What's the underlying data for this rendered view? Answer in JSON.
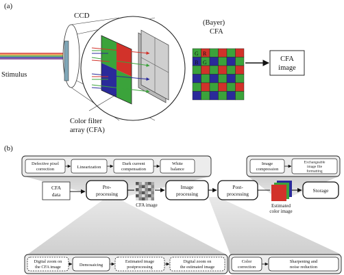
{
  "panel_a": {
    "label": "(a)",
    "ccd_label": "CCD",
    "stimulus_label": "Stimulus",
    "cfa_caption_line1": "Color filter",
    "cfa_caption_line2": "array (CFA)",
    "bayer_line1": "(Bayer)",
    "bayer_line2": "CFA",
    "bayer_cell_letters": [
      "G",
      "R",
      "B",
      "G"
    ],
    "cfa_box_line1": "CFA",
    "cfa_box_line2": "image",
    "colors": {
      "red": "#d2322a",
      "green": "#3ba33b",
      "blue": "#2a2a9a",
      "gray": "#b8b8b8"
    }
  },
  "panel_b": {
    "label": "(b)",
    "top_left_group": {
      "items": [
        {
          "line1": "Defective pixel",
          "line2": "correction"
        },
        {
          "line1": "Linearization",
          "line2": ""
        },
        {
          "line1": "Dark current",
          "line2": "compensation"
        },
        {
          "line1": "White",
          "line2": "balance"
        }
      ]
    },
    "top_right_group": {
      "items": [
        {
          "line1": "Image",
          "line2": "compression"
        },
        {
          "line1": "Exchangeable",
          "line2": "image file",
          "line3": "formatting"
        }
      ]
    },
    "main": {
      "cfa_data": {
        "line1": "CFA",
        "line2": "data"
      },
      "pre": {
        "line1": "Pre-",
        "line2": "processing"
      },
      "cfa_image_caption": "CFA image",
      "image_processing": {
        "line1": "Image",
        "line2": "processing"
      },
      "post": {
        "line1": "Post-",
        "line2": "processing"
      },
      "estimated_caption_line1": "Estimated",
      "estimated_caption_line2": "color image",
      "storage": "Storage"
    },
    "bottom_left_group": {
      "items": [
        {
          "line1": "Digital zoom on",
          "line2": "the CFA image"
        },
        {
          "line1": "Demosaicing",
          "line2": ""
        },
        {
          "line1": "Estimated image",
          "line2": "postprocessing"
        },
        {
          "line1": "Digital zoom on",
          "line2": "the estimated image"
        }
      ]
    },
    "bottom_right_group": {
      "items": [
        {
          "line1": "Color",
          "line2": "correction"
        },
        {
          "line1": "Sharpening and",
          "line2": "noise reduction"
        }
      ]
    }
  }
}
